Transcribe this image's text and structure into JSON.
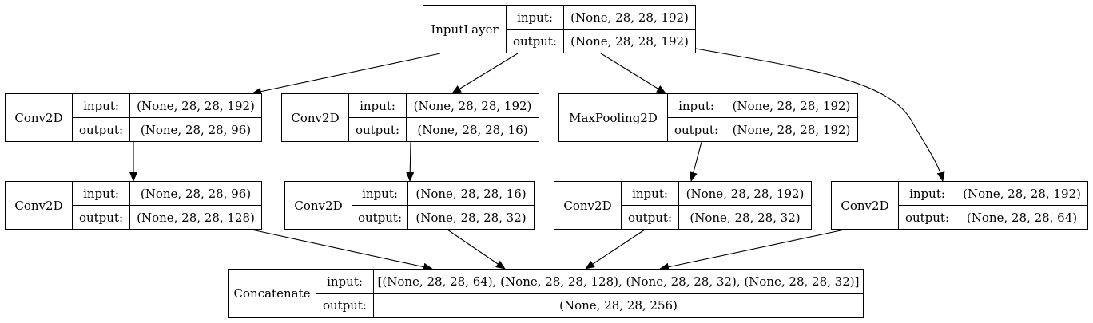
{
  "layers": [
    {
      "id": "input_layer",
      "name": "InputLayer",
      "input_label": "input:",
      "output_label": "output:",
      "input_shape": "(None, 28, 28, 192)",
      "output_shape": "(None, 28, 28, 192)"
    },
    {
      "id": "conv_a1",
      "name": "Conv2D",
      "input_label": "input:",
      "output_label": "output:",
      "input_shape": "(None, 28, 28, 192)",
      "output_shape": "(None, 28, 28, 96)"
    },
    {
      "id": "conv_b1",
      "name": "Conv2D",
      "input_label": "input:",
      "output_label": "output:",
      "input_shape": "(None, 28, 28, 192)",
      "output_shape": "(None, 28, 28, 16)"
    },
    {
      "id": "maxpool",
      "name": "MaxPooling2D",
      "input_label": "input:",
      "output_label": "output:",
      "input_shape": "(None, 28, 28, 192)",
      "output_shape": "(None, 28, 28, 192)"
    },
    {
      "id": "conv_a2",
      "name": "Conv2D",
      "input_label": "input:",
      "output_label": "output:",
      "input_shape": "(None, 28, 28, 96)",
      "output_shape": "(None, 28, 28, 128)"
    },
    {
      "id": "conv_b2",
      "name": "Conv2D",
      "input_label": "input:",
      "output_label": "output:",
      "input_shape": "(None, 28, 28, 16)",
      "output_shape": "(None, 28, 28, 32)"
    },
    {
      "id": "conv_c2",
      "name": "Conv2D",
      "input_label": "input:",
      "output_label": "output:",
      "input_shape": "(None, 28, 28, 192)",
      "output_shape": "(None, 28, 28, 32)"
    },
    {
      "id": "conv_d2",
      "name": "Conv2D",
      "input_label": "input:",
      "output_label": "output:",
      "input_shape": "(None, 28, 28, 192)",
      "output_shape": "(None, 28, 28, 64)"
    },
    {
      "id": "concat",
      "name": "Concatenate",
      "input_label": "input:",
      "output_label": "output:",
      "input_shape": "[(None, 28, 28, 64), (None, 28, 28, 128), (None, 28, 28, 32), (None, 28, 28, 32)]",
      "output_shape": "(None, 28, 28, 256)"
    }
  ],
  "edges": [
    {
      "from": "input_layer",
      "to": "conv_a1"
    },
    {
      "from": "input_layer",
      "to": "conv_b1"
    },
    {
      "from": "input_layer",
      "to": "maxpool"
    },
    {
      "from": "input_layer",
      "to": "conv_d2"
    },
    {
      "from": "conv_a1",
      "to": "conv_a2"
    },
    {
      "from": "conv_b1",
      "to": "conv_b2"
    },
    {
      "from": "maxpool",
      "to": "conv_c2"
    },
    {
      "from": "conv_a2",
      "to": "concat"
    },
    {
      "from": "conv_b2",
      "to": "concat"
    },
    {
      "from": "conv_c2",
      "to": "concat"
    },
    {
      "from": "conv_d2",
      "to": "concat"
    }
  ]
}
